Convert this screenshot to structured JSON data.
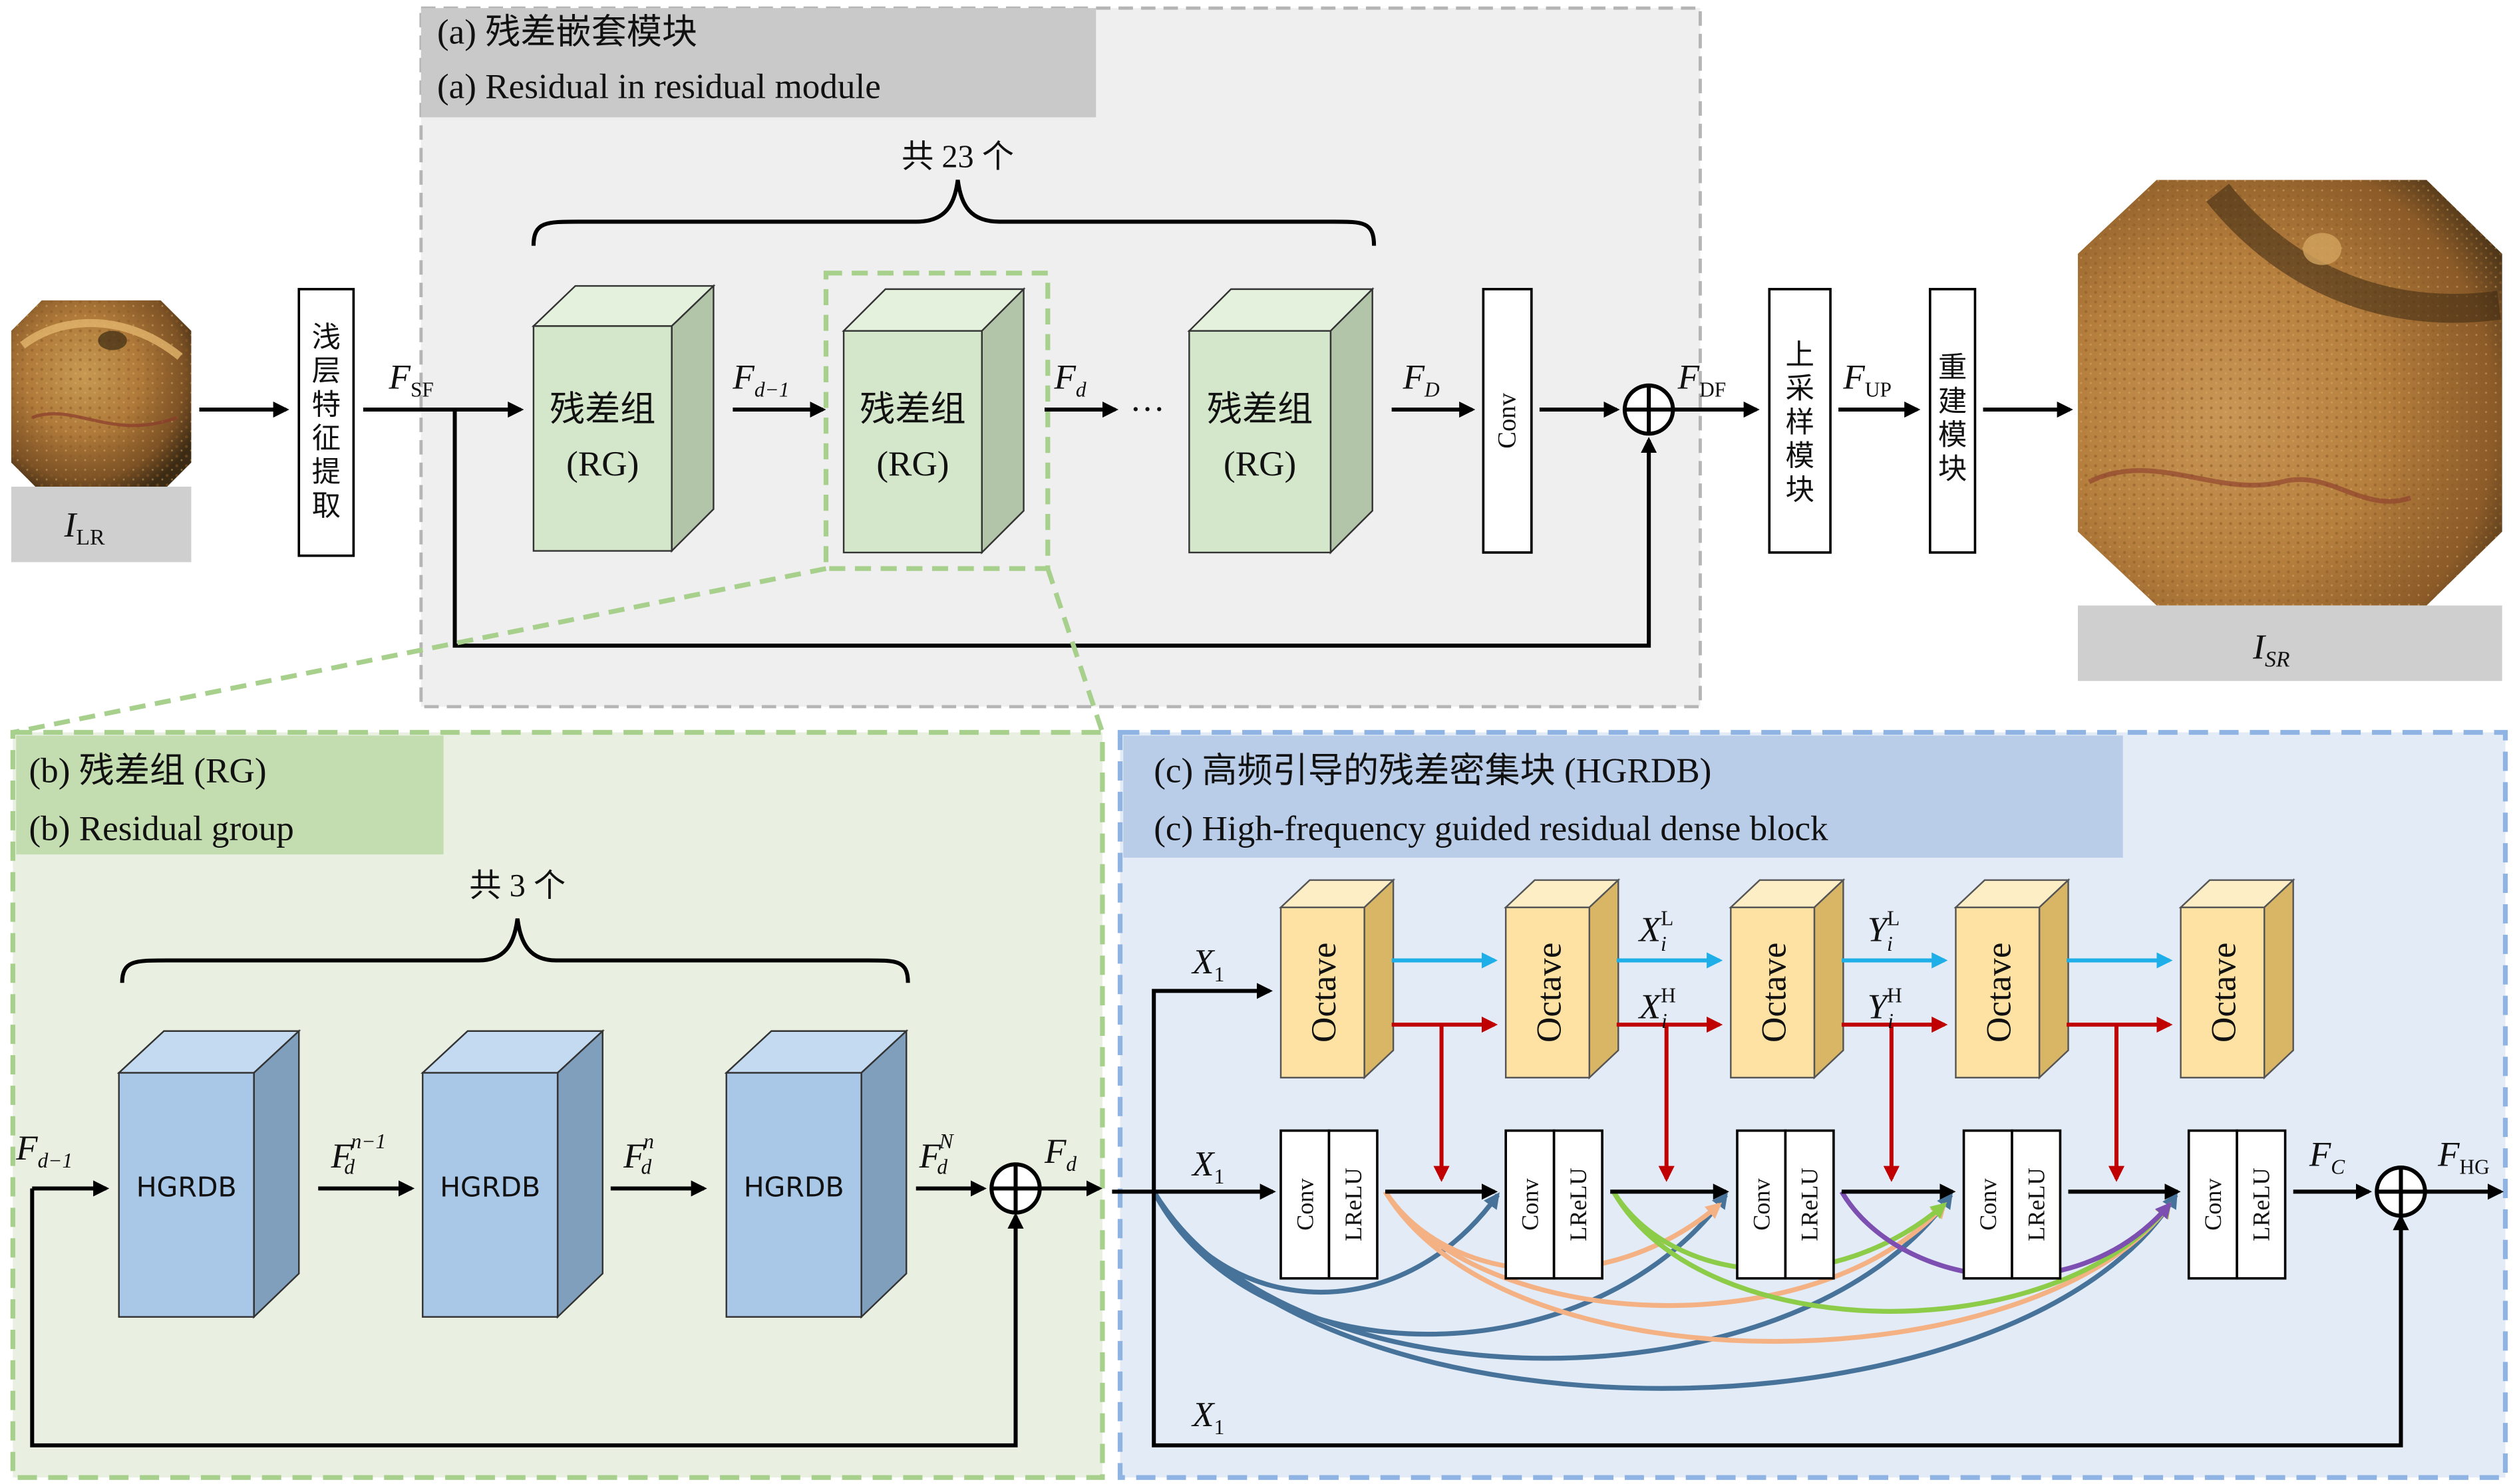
{
  "panel_a": {
    "title_zh": "(a) 残差嵌套模块",
    "title_en": "(a) Residual in residual module",
    "count_label": "共 23 个",
    "input_label_main": "I",
    "input_label_sub": "LR",
    "output_label_main": "I",
    "output_label_sub": "SR",
    "shallow_block": [
      "浅",
      "层",
      "特",
      "征",
      "提",
      "取"
    ],
    "rg_label_zh": "残差组",
    "rg_label_en": "(RG)",
    "ellipsis": "···",
    "conv": "Conv",
    "upsample_block": [
      "上",
      "采",
      "样",
      "模",
      "块"
    ],
    "recon_block": [
      "重",
      "建",
      "模",
      "块"
    ],
    "sig_F": "F",
    "sig_sf": "SF",
    "sig_d1": "d−1",
    "sig_d": "d",
    "sig_D": "D",
    "sig_DF": "DF",
    "sig_UP": "UP"
  },
  "panel_b": {
    "title_zh": "(b) 残差组 (RG)",
    "title_en": "(b) Residual group",
    "count_label": "共 3 个",
    "block_label": "HGRDB",
    "sig_F": "F",
    "sig_d1": "d−1",
    "sig_d": "d",
    "sup_n1": "n−1",
    "sup_n": "n",
    "sup_N": "N"
  },
  "panel_c": {
    "title_zh": "(c) 高频引导的残差密集块 (HGRDB)",
    "title_en": "(c) High-frequency guided residual dense block",
    "octave": "Octave",
    "conv": "Conv",
    "lrelu": "LReLU",
    "x_main": "X",
    "x_sub": "1",
    "X_i": "X",
    "Y_i": "Y",
    "i_sub": "i",
    "L_sup": "L",
    "H_sup": "H",
    "F": "F",
    "C_sub": "C",
    "HG_sub": "HG"
  },
  "colors": {
    "panel_a_bg": "#efefef",
    "panel_a_title_bg": "#c9c9c9",
    "panel_b_bg": "#e9efe1",
    "panel_b_title_bg": "#c4ddb0",
    "panel_c_bg": "#e2ebf6",
    "panel_c_title_bg": "#b9cce8",
    "rg_front": "#d4e7cb",
    "rg_side": "#b2c5a9",
    "rg_top": "#e4f1dc",
    "hgrdb_front": "#a9c8e8",
    "hgrdb_side": "#7f9fbd",
    "hgrdb_top": "#c3daf1",
    "octave_front": "#fde2a3",
    "octave_side": "#d8b666",
    "octave_top": "#fdeec6",
    "green_dash": "#a8d08d",
    "blue_dash": "#8fb4e3",
    "gray_dash": "#b5b5b5",
    "low_arrow": "#1eaee8",
    "high_arrow": "#c00000",
    "curve_blue": "#47739a",
    "curve_orange": "#f4b183",
    "curve_green": "#8ccc49",
    "curve_purple": "#7c4fb0"
  }
}
